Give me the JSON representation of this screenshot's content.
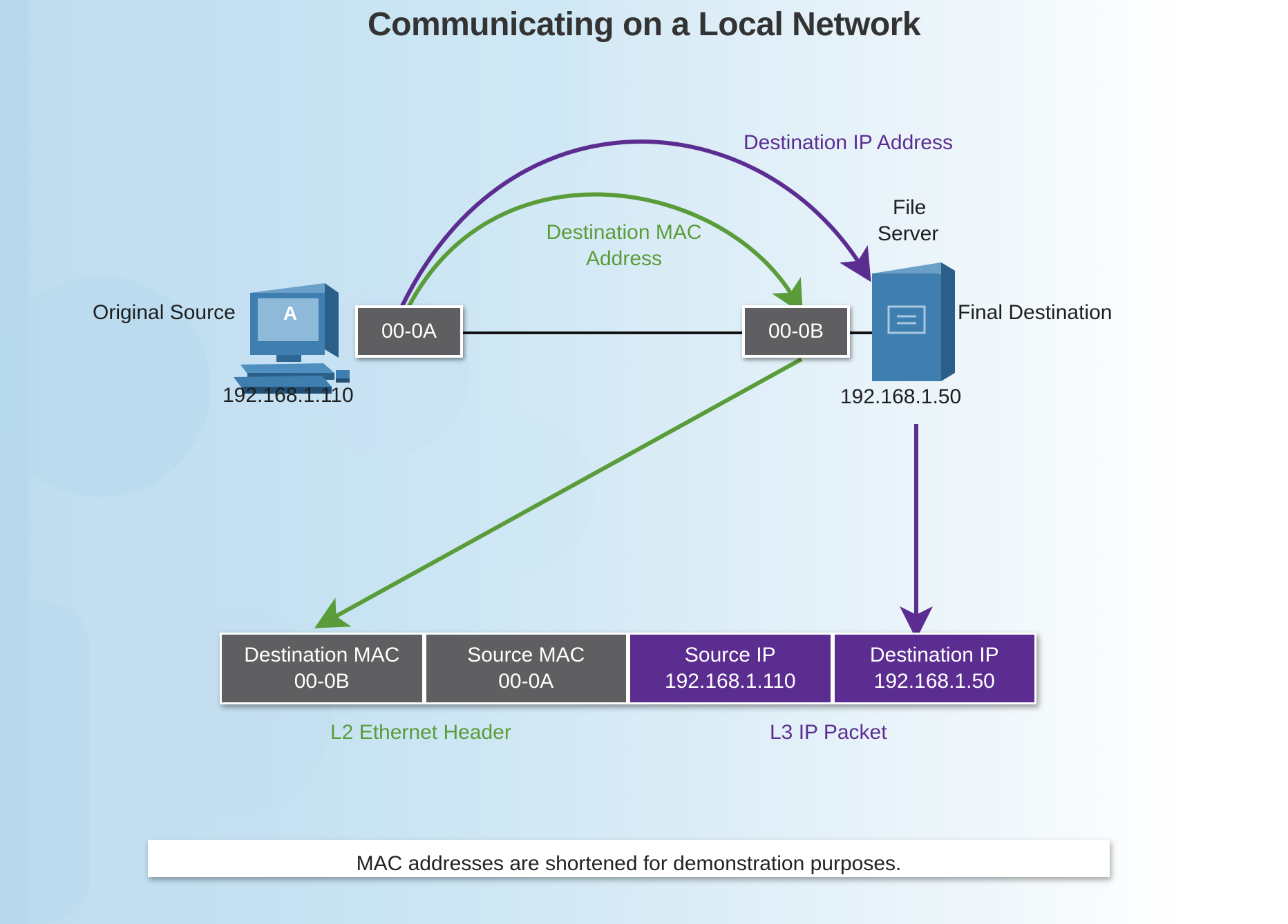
{
  "title": "Communicating on a Local Network",
  "source": {
    "label": "Original Source",
    "pc_letter": "A",
    "ip": "192.168.1.110",
    "mac": "00-0A"
  },
  "destination": {
    "label_line1": "File",
    "label_line2": "Server",
    "role": "Final Destination",
    "ip": "192.168.1.50",
    "mac": "00-0B"
  },
  "arrows": {
    "ip_label": "Destination IP Address",
    "mac_label_line1": "Destination MAC",
    "mac_label_line2": "Address"
  },
  "frame": {
    "cells": [
      {
        "title": "Destination MAC",
        "value": "00-0B"
      },
      {
        "title": "Source MAC",
        "value": "00-0A"
      },
      {
        "title": "Source IP",
        "value": "192.168.1.110"
      },
      {
        "title": "Destination IP",
        "value": "192.168.1.50"
      }
    ],
    "l2_label": "L2 Ethernet Header",
    "l3_label": "L3 IP Packet"
  },
  "note": "MAC addresses are shortened for demonstration purposes.",
  "colors": {
    "green": "#5a9c3a",
    "purple": "#5c2d91",
    "gray_box": "#5f5e60",
    "device_blue": "#3f7fb0"
  }
}
